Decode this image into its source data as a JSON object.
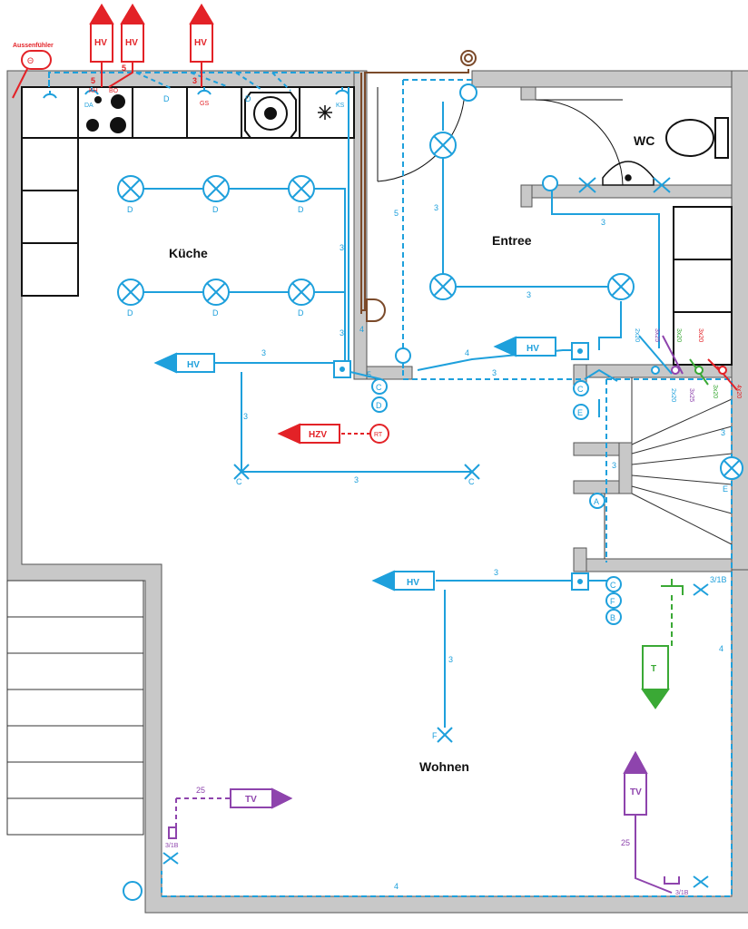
{
  "rooms": {
    "kueche": "Küche",
    "entree": "Entree",
    "wc": "WC",
    "wohnen": "Wohnen"
  },
  "labels": {
    "hv": "HV",
    "hzv": "HZV",
    "tv": "TV",
    "t": "T",
    "rt": "RT",
    "aussenfuehler": "Aussenfühler",
    "theta": "Θ",
    "d": "D",
    "c": "C",
    "e": "E",
    "a": "A",
    "f": "F",
    "b": "B",
    "da": "DA",
    "kh": "KH",
    "bo": "BO",
    "gs": "GS",
    "ks": "KS"
  },
  "counts": {
    "n3": "3",
    "n4": "4",
    "n5": "5",
    "n25": "25",
    "n3_1b": "3/1B"
  },
  "cables": {
    "c2x20": "2x20",
    "c3x25": "3x25",
    "c3x20": "3x20",
    "c4x20": "4x20"
  },
  "colors": {
    "blue": "#1ea0dc",
    "red": "#e32227",
    "green": "#3aa935",
    "purple": "#8e44ad",
    "brown": "#7b4a2a",
    "wall": "#c8c8c8"
  }
}
